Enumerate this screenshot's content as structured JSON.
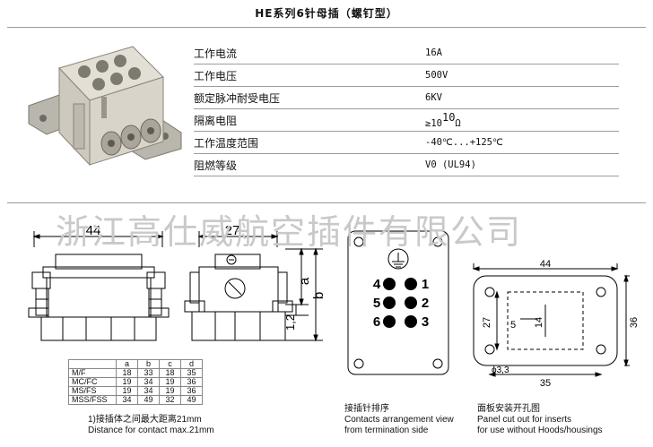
{
  "title": "HE系列6针母插（螺钉型）",
  "specs": [
    {
      "label": "工作电流",
      "value": "16A"
    },
    {
      "label": "工作电压",
      "value": "500V"
    },
    {
      "label": "额定脉冲耐受电压",
      "value": "6KV"
    },
    {
      "label": "隔离电阻",
      "value": "≥10",
      "sup": "10",
      "unit": "Ω"
    },
    {
      "label": "工作温度范围",
      "value": "-40℃...+125℃"
    },
    {
      "label": "阻燃等级",
      "value": "V0 (UL94)"
    }
  ],
  "watermark": "浙江高仕威航空插件有限公司",
  "drawing": {
    "front_width": "44",
    "side_width": "27",
    "dim_a": "a",
    "dim_b": "b",
    "dim_12": "1,2",
    "pins": [
      "4",
      "1",
      "5",
      "2",
      "6",
      "3"
    ],
    "panel_width": "44",
    "panel_height": "36",
    "panel_inner_h": "27",
    "panel_14": "14",
    "panel_5": "5",
    "panel_bottom": "35",
    "hole": "ϕ3,3"
  },
  "dim_table": {
    "headers": [
      "",
      "a",
      "b",
      "c",
      "d"
    ],
    "rows": [
      [
        "M/F",
        "18",
        "33",
        "18",
        "35"
      ],
      [
        "MC/FC",
        "19",
        "34",
        "19",
        "36"
      ],
      [
        "MS/FS",
        "19",
        "34",
        "19",
        "36"
      ],
      [
        "MSS/FSS",
        "34",
        "49",
        "32",
        "49"
      ]
    ]
  },
  "notes": {
    "note1_cn": "1)接插体之间最大距离21mm",
    "note1_en": "Distance for contact max.21mm",
    "note2_cn": "接插针排序",
    "note2_en1": "Contacts arrangement view",
    "note2_en2": "from termination side",
    "note3_cn": "面板安装开孔图",
    "note3_en1": "Panel cut out for inserts",
    "note3_en2": "for use without Hoods/housings"
  }
}
